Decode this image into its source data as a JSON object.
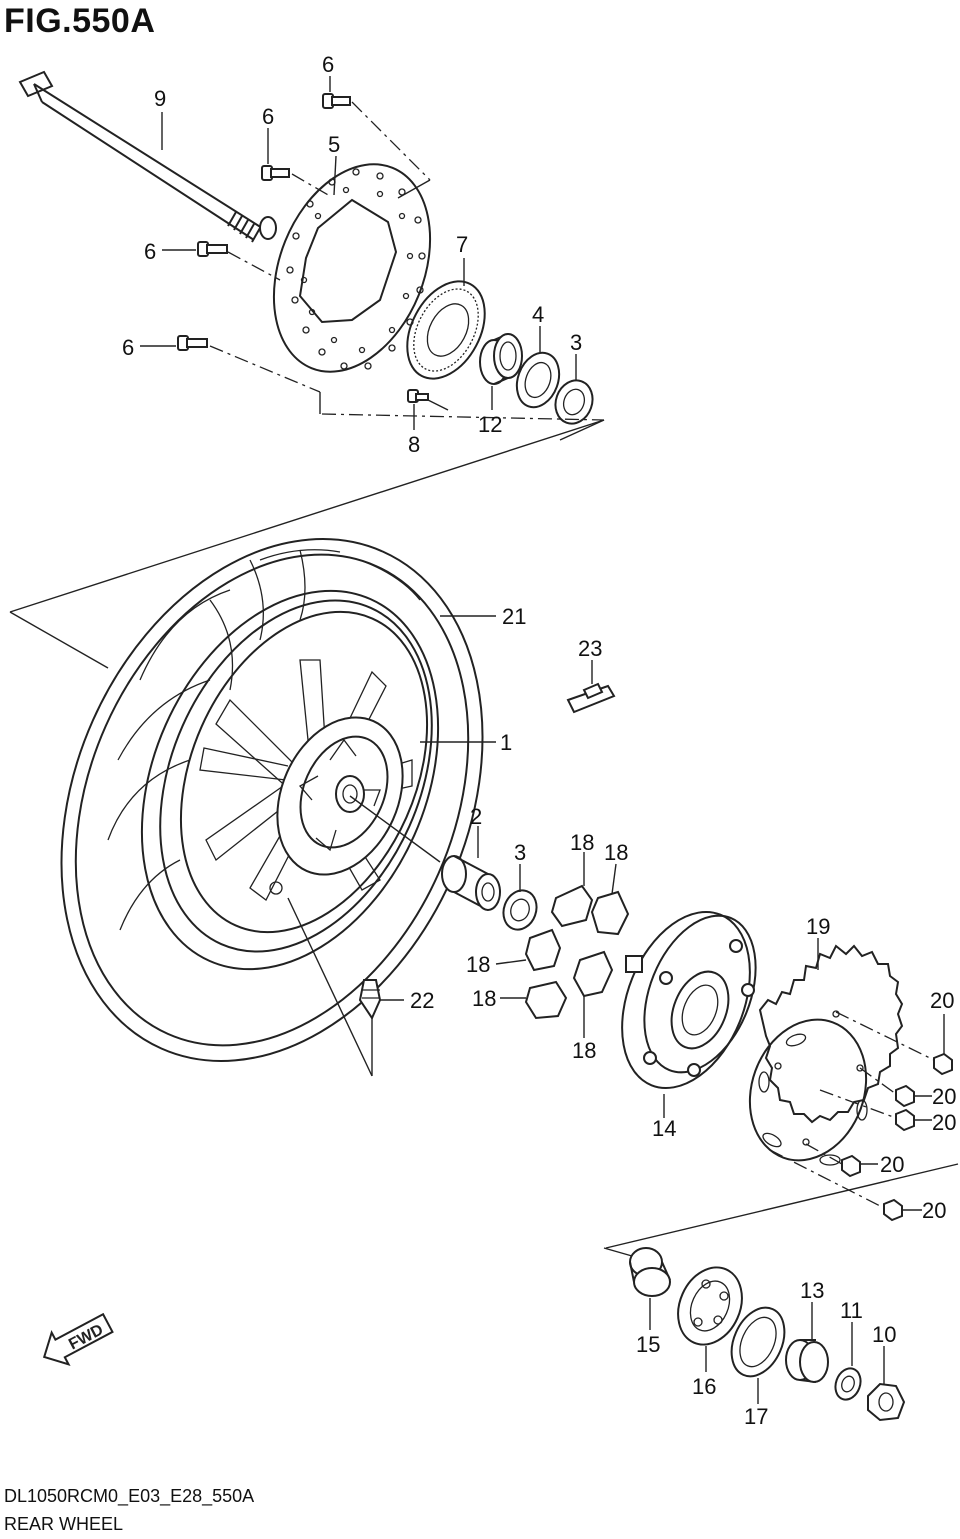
{
  "figure": {
    "title": "FIG.550A",
    "model_code": "DL1050RCM0_E03_E28_550A",
    "part_name": "REAR WHEEL",
    "fwd_label": "FWD"
  },
  "callouts": [
    {
      "id": "c1",
      "label": "1"
    },
    {
      "id": "c2",
      "label": "2"
    },
    {
      "id": "c3a",
      "label": "3"
    },
    {
      "id": "c3b",
      "label": "3"
    },
    {
      "id": "c4",
      "label": "4"
    },
    {
      "id": "c5",
      "label": "5"
    },
    {
      "id": "c6a",
      "label": "6"
    },
    {
      "id": "c6b",
      "label": "6"
    },
    {
      "id": "c6c",
      "label": "6"
    },
    {
      "id": "c6d",
      "label": "6"
    },
    {
      "id": "c7",
      "label": "7"
    },
    {
      "id": "c8",
      "label": "8"
    },
    {
      "id": "c9",
      "label": "9"
    },
    {
      "id": "c10",
      "label": "10"
    },
    {
      "id": "c11",
      "label": "11"
    },
    {
      "id": "c12",
      "label": "12"
    },
    {
      "id": "c13",
      "label": "13"
    },
    {
      "id": "c14",
      "label": "14"
    },
    {
      "id": "c15",
      "label": "15"
    },
    {
      "id": "c16",
      "label": "16"
    },
    {
      "id": "c17",
      "label": "17"
    },
    {
      "id": "c18a",
      "label": "18"
    },
    {
      "id": "c18b",
      "label": "18"
    },
    {
      "id": "c18c",
      "label": "18"
    },
    {
      "id": "c18d",
      "label": "18"
    },
    {
      "id": "c18e",
      "label": "18"
    },
    {
      "id": "c19",
      "label": "19"
    },
    {
      "id": "c20a",
      "label": "20"
    },
    {
      "id": "c20b",
      "label": "20"
    },
    {
      "id": "c20c",
      "label": "20"
    },
    {
      "id": "c20d",
      "label": "20"
    },
    {
      "id": "c20e",
      "label": "20"
    },
    {
      "id": "c21",
      "label": "21"
    },
    {
      "id": "c22",
      "label": "22"
    },
    {
      "id": "c23",
      "label": "23"
    }
  ]
}
